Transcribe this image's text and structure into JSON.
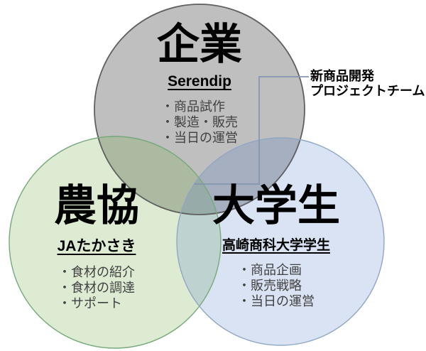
{
  "diagram": {
    "type": "venn-3",
    "background": "#ffffff",
    "connector_color": "#8496b0",
    "text_colors": {
      "title": "#000000",
      "bullet": "#404040"
    },
    "circles": {
      "company": {
        "title": "企業",
        "subtitle": "Serendip",
        "items": [
          "・商品試作",
          "・製造・販売",
          "・当日の運営"
        ],
        "fill": "#7f7f7f",
        "stroke": "#5f5f5f"
      },
      "coop": {
        "title": "農協",
        "subtitle": "JAたかさき",
        "items": [
          "・食材の紹介",
          "・食材の調達",
          "・サポート"
        ],
        "fill": "#70ad47",
        "stroke": "#76a97a"
      },
      "students": {
        "title": "大学生",
        "subtitle": "高崎商科大学学生",
        "items": [
          "・商品企画",
          "・販売戦略",
          "・当日の運営"
        ],
        "fill": "#4472c4",
        "stroke": "#90a6c4"
      }
    },
    "annotation": {
      "line1": "新商品開発",
      "line2": "プロジェクトチーム"
    }
  }
}
